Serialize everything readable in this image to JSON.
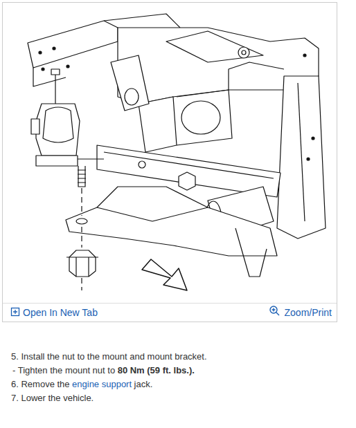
{
  "diagram": {
    "labels": [
      "Open In New Tab",
      "Zoom/Print",
      "5. Install the nut to the mount and mount bracket.",
      "- Tighten the mount nut to",
      "80 Nm (59 ft. lbs.).",
      "6. Remove the",
      "engine support",
      "jack.",
      "7. Lower the vehicle."
    ]
  }
}
